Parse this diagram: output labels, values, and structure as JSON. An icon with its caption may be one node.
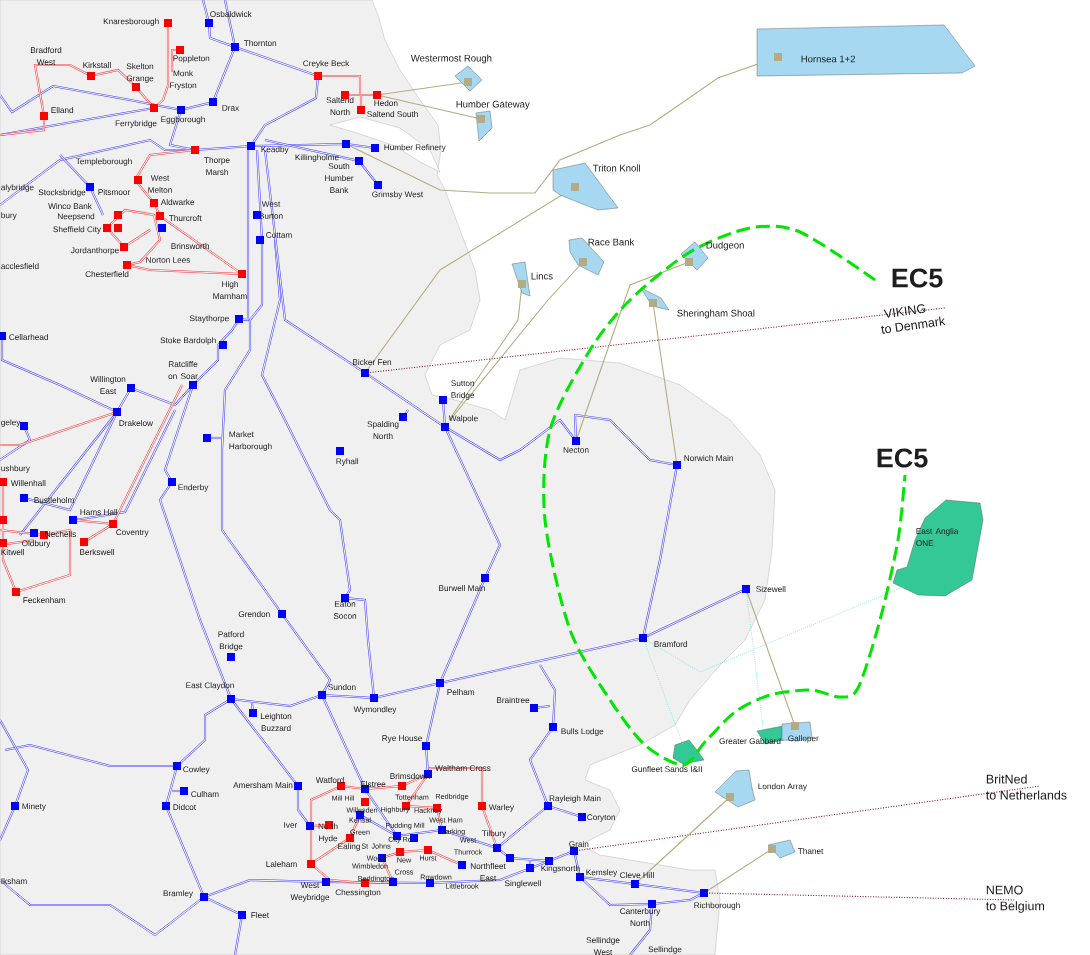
{
  "diagram": {
    "labels": [
      "Osbaldwick",
      "Knaresborough",
      "Thornton",
      "Poppleton",
      "Westermost Rough",
      "Hornsea 1+2",
      "Bradford West",
      "Kirkstall",
      "Creyke Beck",
      "Skelton Grange",
      "Monk Fryston",
      "Elland",
      "Drax",
      "Saltend North",
      "Hedon",
      "Humber Gateway",
      "Saltend South",
      "Eggborough",
      "Ferrybridge",
      "Keadby",
      "Humber Refinery",
      "Killingholme",
      "Templeborough",
      "Thorpe Marsh",
      "Triton Knoll",
      "South Humber Bank",
      "West Melton",
      "alybridge",
      "Stocksbridge",
      "Pitsmoor",
      "Grimsby West",
      "Aldwarke",
      "Winco Bank",
      "West Burton",
      "bury",
      "Neepsend",
      "Thurcroft",
      "Sheffield City",
      "Cottam",
      "Race Bank",
      "Dudgeon",
      "Brinsworth",
      "Jordanthorpe",
      "Norton Lees",
      "acclesfield",
      "Chesterfield",
      "Lincs",
      "EC5",
      "High Marnham",
      "Sheringham Shoal",
      "VIKING",
      "to Denmark",
      "Staythorpe",
      "Cellarhead",
      "Stoke Bardolph",
      "Bicker Fen",
      "Ratcliffe on Soar",
      "Willington East",
      "Sutton Bridge",
      "Walpole",
      "geley",
      "Drakelow",
      "Spalding North",
      "Market Harborough",
      "Necton",
      "EC5",
      "Norwich Main",
      "Ryhall",
      "ushbury",
      "Willenhall",
      "Enderby",
      "Bustleholm",
      "Hams Hall",
      "Nechells",
      "Coventry",
      "East Anglia ONE",
      "Kitwell",
      "Oldbury",
      "Berkswell",
      "Burwell Main",
      "Sizewell",
      "Feckenham",
      "Eaton Socon",
      "Grendon",
      "Patford Bridge",
      "Bramford",
      "East Claydon",
      "Sundon",
      "Pelham",
      "Braintree",
      "Wymondley",
      "Leighton Buzzard",
      "Bulls Lodge",
      "Rye House",
      "Greater Gabbard",
      "Galloper",
      "Cowley",
      "Waltham Cross",
      "Gunfleet Sands I&II",
      "Amersham Main",
      "Watford",
      "Elstree",
      "Brimsdown",
      "London Array",
      "BritNed",
      "Culham",
      "Mill Hill",
      "Tottenham",
      "Redbridge",
      "Rayleigh Main",
      "to Netherlands",
      "Minety",
      "Didcot",
      "Willesden",
      "Highbury",
      "Hackney",
      "Warley",
      "Iver",
      "Kensal Green",
      "Pudding Mill",
      "West Ham",
      "Coryton",
      "North Hyde",
      "Barking",
      "Tilbury",
      "Ealing",
      "St Johns Wood",
      "City Rd",
      "West Thurrock",
      "Grain",
      "Thanet",
      "Laleham",
      "Wimbledon",
      "New Cross",
      "Hurst",
      "Rowdown",
      "Northfleet East",
      "Kingsnorth",
      "Kemsley",
      "Cleve Hill",
      "Iksham",
      "Bramley",
      "West Weybridge",
      "Chessington",
      "Beddington",
      "Littlebrook",
      "Singlewell",
      "NEMO",
      "Fleet",
      "Canterbury North",
      "Richborough",
      "to Belgium",
      "Sellindge West",
      "Sellindge"
    ]
  }
}
